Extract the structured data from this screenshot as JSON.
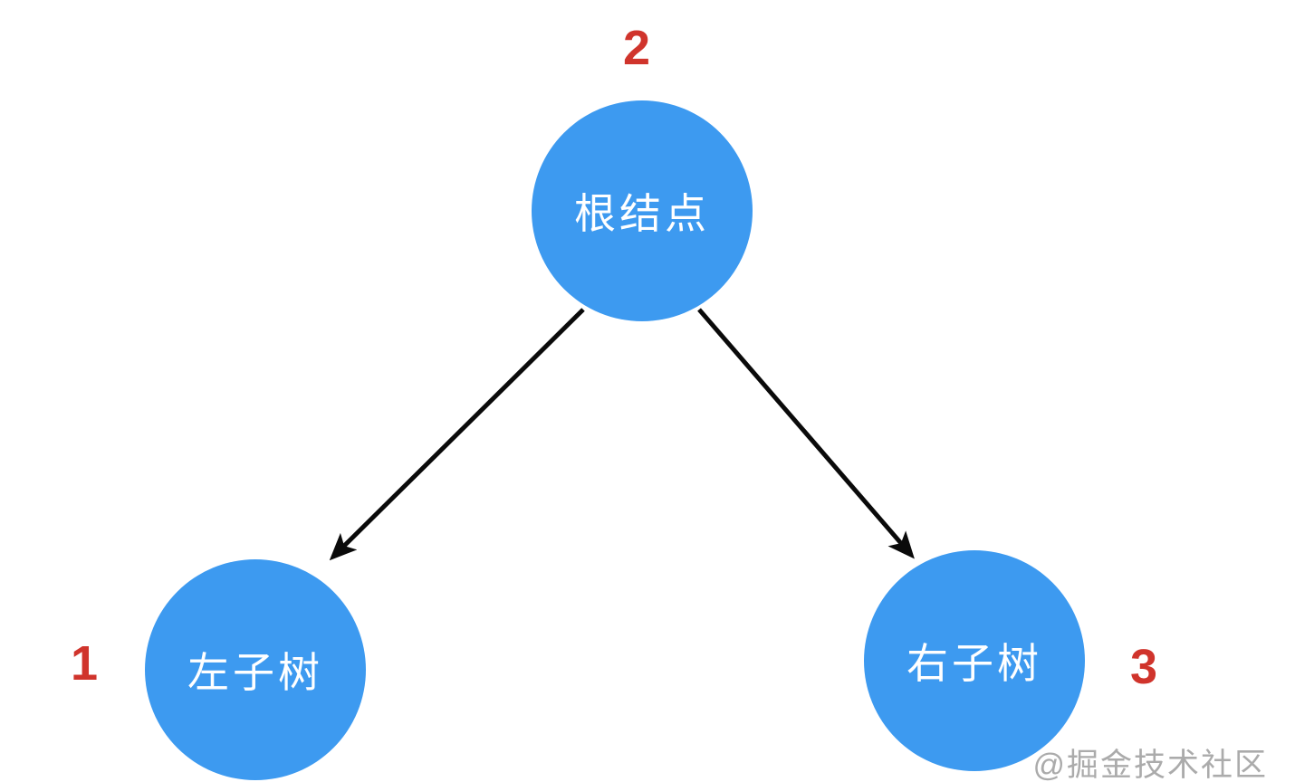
{
  "diagram": {
    "type": "binary-tree",
    "nodes": {
      "root": {
        "label": "根结点",
        "order": "2"
      },
      "left": {
        "label": "左子树",
        "order": "1"
      },
      "right": {
        "label": "右子树",
        "order": "3"
      }
    },
    "edges": [
      {
        "from": "root",
        "to": "left"
      },
      {
        "from": "root",
        "to": "right"
      }
    ],
    "watermark": "@掘金技术社区",
    "colors": {
      "node_fill": "#3d9af0",
      "node_text": "#ffffff",
      "order_text": "#d0342c",
      "arrow": "#0a0a0a",
      "watermark_text": "#ababab",
      "background": "#ffffff"
    }
  }
}
